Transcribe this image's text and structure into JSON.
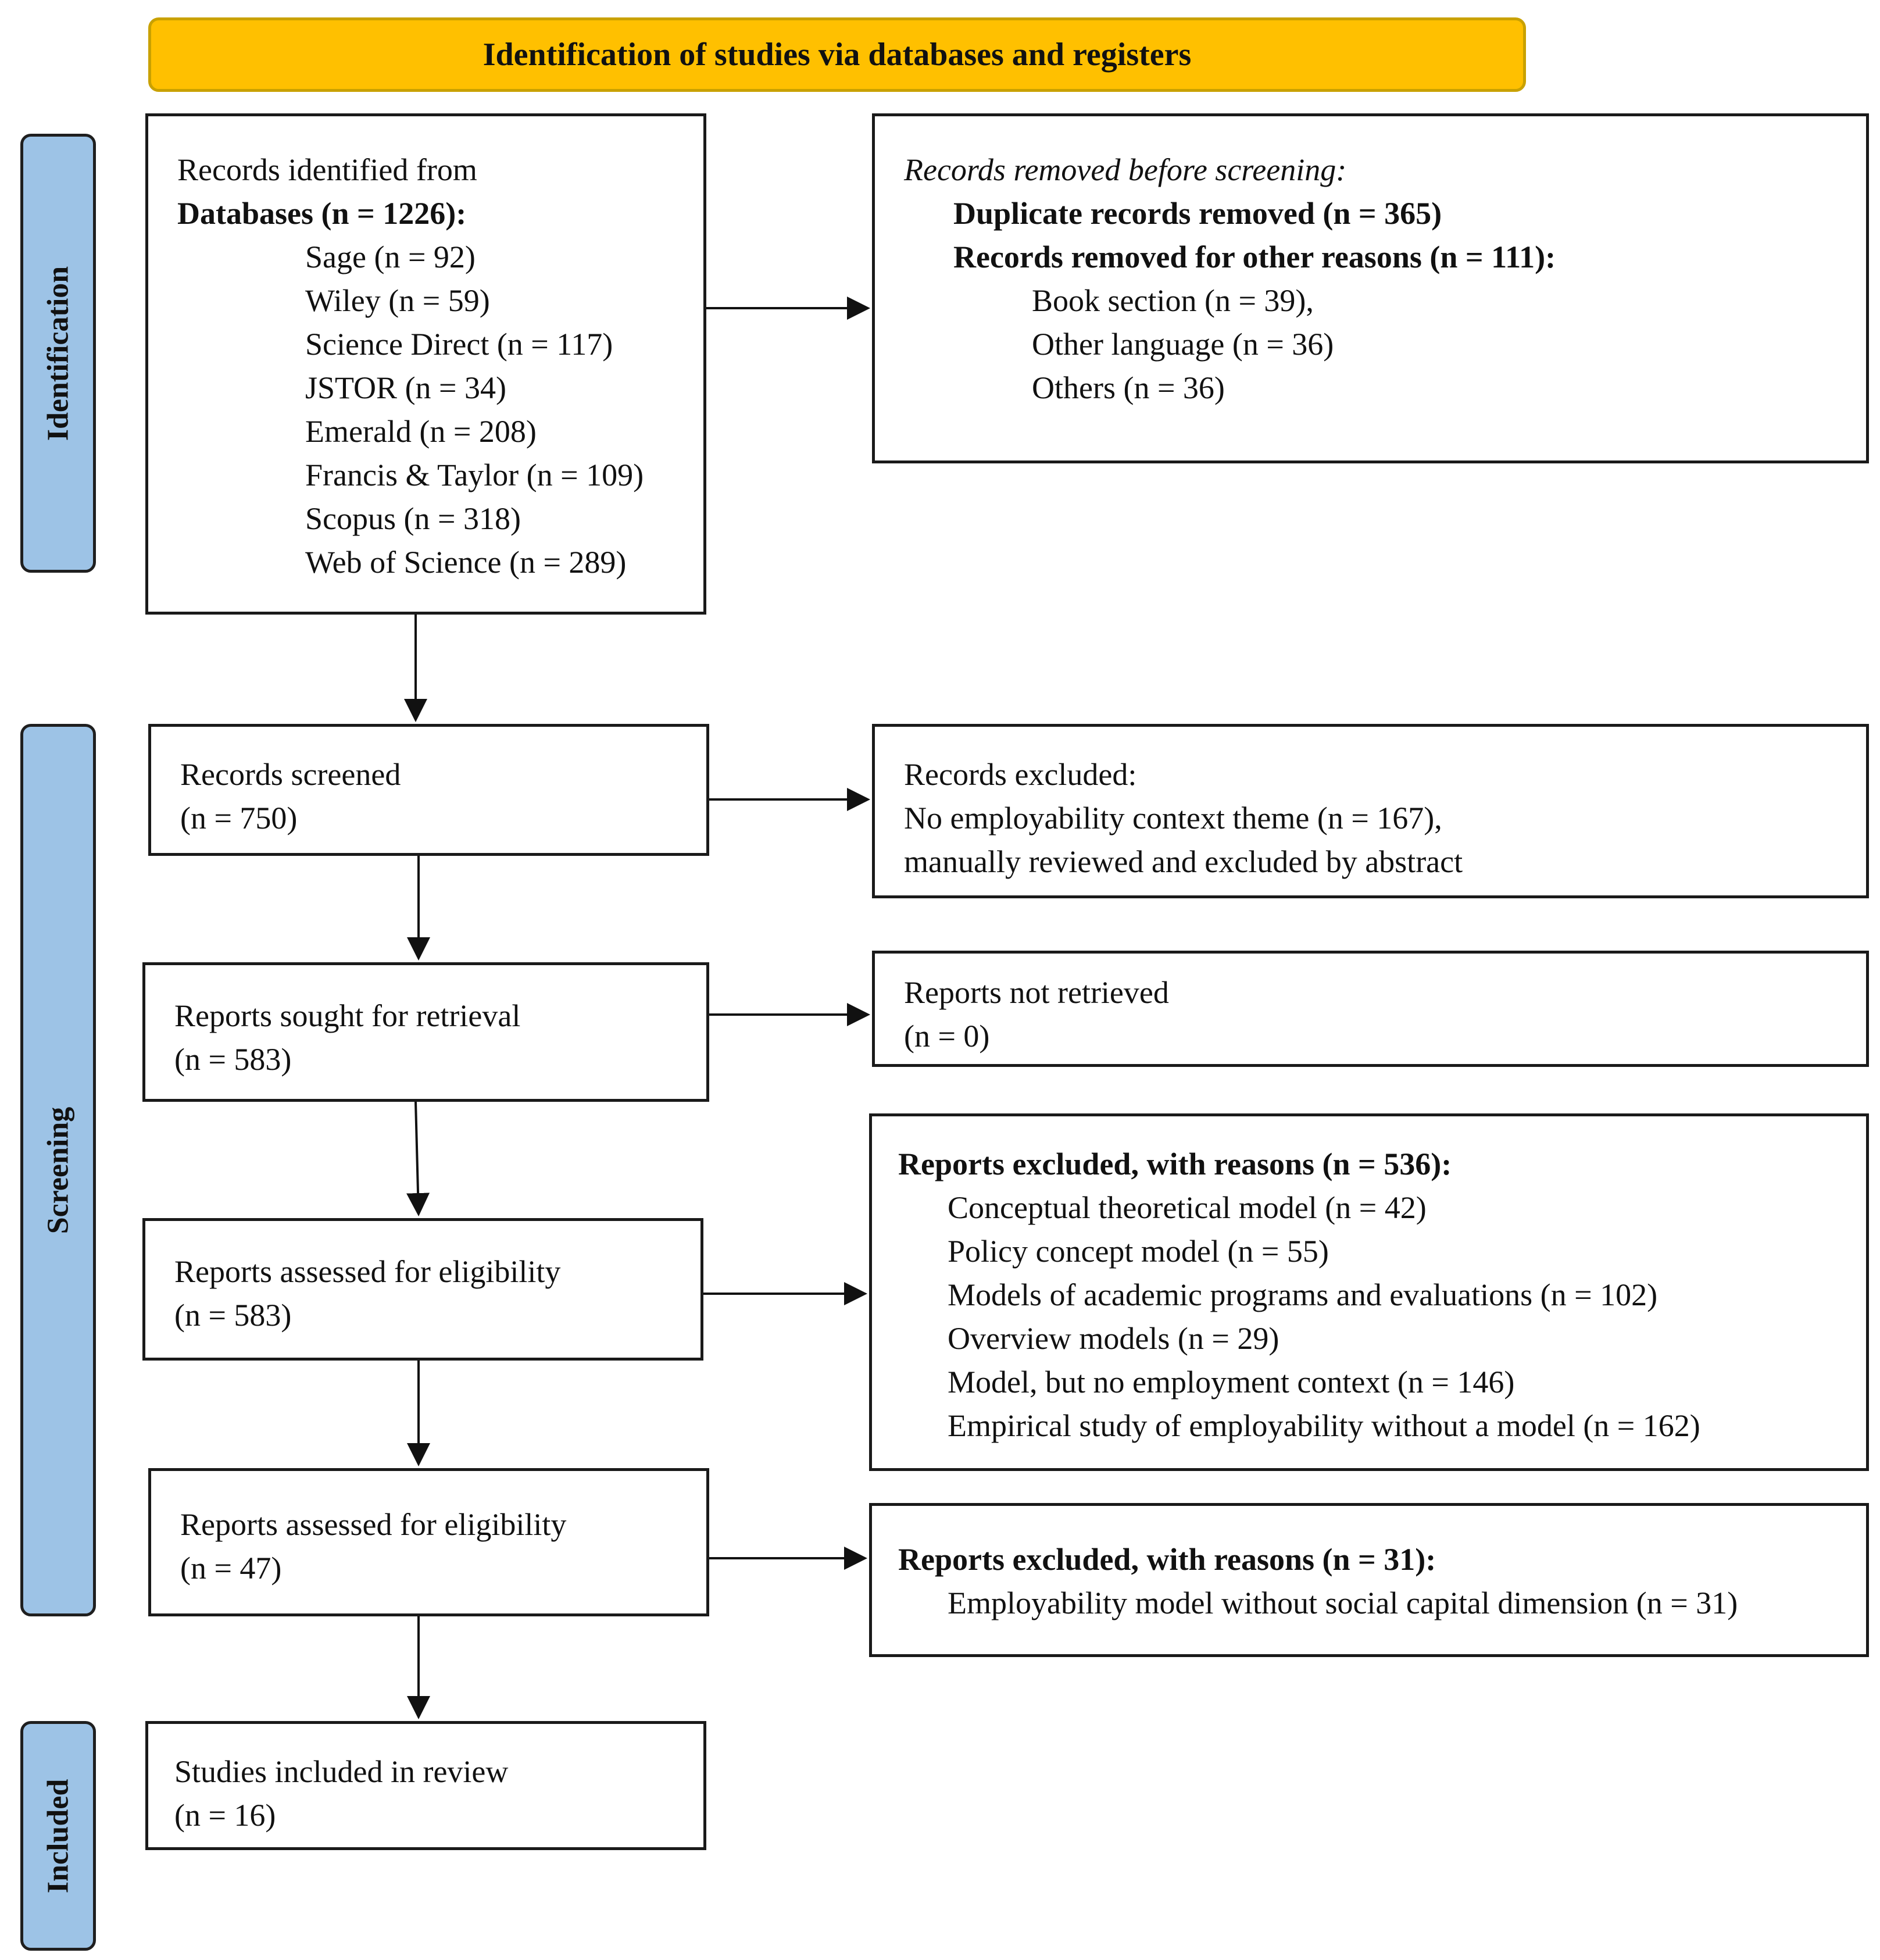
{
  "banner": {
    "title": "Identification of studies via databases and registers"
  },
  "phases": {
    "identification": "Identification",
    "screening": "Screening",
    "included": "Included"
  },
  "identified": {
    "line1": "Records identified from",
    "heading": "Databases (n = 1226):",
    "sources": [
      "Sage (n = 92)",
      "Wiley (n = 59)",
      "Science Direct (n = 117)",
      "JSTOR (n = 34)",
      "Emerald (n = 208)",
      "Francis & Taylor (n = 109)",
      "Scopus (n = 318)",
      "Web of Science (n = 289)"
    ]
  },
  "removed": {
    "heading": "Records removed before screening:",
    "duplicates": "Duplicate records removed  (n = 365)",
    "other_heading": "Records removed for other reasons (n = 111):",
    "reasons": [
      "Book section (n = 39),",
      "Other language (n = 36)",
      "Others (n = 36)"
    ]
  },
  "screened": {
    "title": "Records screened",
    "count": "(n = 750)"
  },
  "excluded_records": {
    "title": "Records excluded:",
    "line2": "No employability context theme (n = 167),",
    "line3": "manually reviewed and excluded by abstract"
  },
  "sought": {
    "title": "Reports sought for retrieval",
    "count": "(n = 583)"
  },
  "not_retrieved": {
    "title": "Reports not retrieved",
    "count": "(n = 0)"
  },
  "assessed1": {
    "title": "Reports assessed for eligibility",
    "count": "(n = 583)"
  },
  "excluded_reports1": {
    "heading": "Reports excluded, with reasons (n = 536):",
    "reasons": [
      "Conceptual theoretical model (n = 42)",
      "Policy concept model (n = 55)",
      "Models of academic programs and evaluations (n = 102)",
      "Overview models (n = 29)",
      "Model, but no employment context (n = 146)",
      "Empirical study of employability without a model (n = 162)"
    ]
  },
  "assessed2": {
    "title": "Reports assessed for eligibility",
    "count": "(n = 47)"
  },
  "excluded_reports2": {
    "heading": "Reports excluded, with reasons (n = 31):",
    "reasons": [
      "Employability model without social capital dimension (n = 31)"
    ]
  },
  "included": {
    "title": "Studies included in review",
    "count": "(n = 16)"
  }
}
